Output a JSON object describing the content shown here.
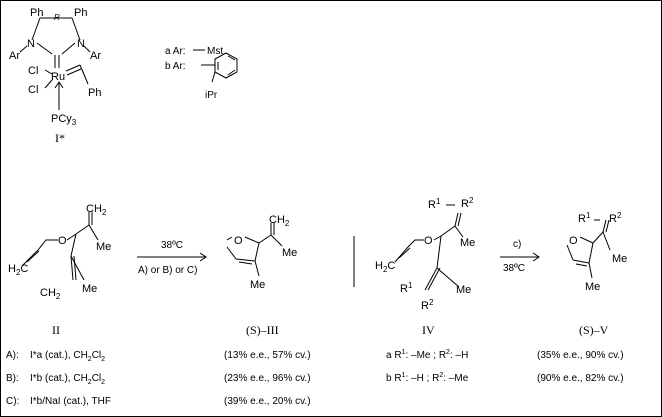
{
  "catalyst": {
    "name": "I*",
    "ph_left": "Ph",
    "ph_right": "Ph",
    "stereo_r": "R",
    "n_left": "N",
    "n_right": "N",
    "ar_left": "Ar",
    "ar_right": "Ar",
    "ru": "Ru",
    "cl1": "Cl",
    "cl2": "Cl",
    "ph_alkylidene": "Ph",
    "pcy3": "PCy",
    "pcy3_sub": "3",
    "ar_a_label": "a Ar:",
    "ar_a_value": "Mst",
    "ar_b_label": "b Ar:",
    "ar_b_ipr": "iPr"
  },
  "reaction1": {
    "substrate_label": "II",
    "o_atom": "O",
    "ch2_top": "CH",
    "ch2_top_sub": "2",
    "me_top": "Me",
    "h2c_left": "H",
    "h2c_left_sub": "2",
    "h2c_left_c": "C",
    "ch2_bottom": "CH",
    "ch2_bottom_sub": "2",
    "me_bottom": "Me",
    "temp": "38ºC",
    "conditions": "A)  or B) or C)",
    "product_label": "(S)–III",
    "prod_o": "O",
    "prod_ch2": "CH",
    "prod_ch2_sub": "2",
    "prod_me_side": "Me",
    "prod_me_ring": "Me"
  },
  "reaction2": {
    "substrate_label": "IV",
    "o_atom": "O",
    "r1_top": "R",
    "r1_top_sup": "1",
    "r2_top": "R",
    "r2_top_sup": "2",
    "me_top": "Me",
    "h2c_left": "H",
    "h2c_left_sub": "2",
    "h2c_left_c": "C",
    "r1_bottom": "R",
    "r1_bottom_sup": "1",
    "r2_bottom": "R",
    "r2_bottom_sup": "2",
    "me_bottom": "Me",
    "conditions": "c)",
    "temp": "38ºC",
    "product_label": "(S)–V",
    "prod_o": "O",
    "prod_r1": "R",
    "prod_r1_sup": "1",
    "prod_r2": "R",
    "prod_r2_sup": "2",
    "prod_me_side": "Me",
    "prod_me_ring": "Me"
  },
  "conditions_table": {
    "rows": [
      {
        "label": "A):",
        "catalyst": "I*a (cat.), CH",
        "sub": "2",
        "mid": "Cl",
        "tail": "",
        "result": "(13% e.e., 57% cv.)"
      },
      {
        "label": "B):",
        "catalyst": "I*b (cat.), CH",
        "sub": "2",
        "mid": "Cl",
        "tail": "",
        "result": "(23% e.e., 96% cv.)"
      },
      {
        "label": "C):",
        "catalyst": "I*b/NaI (cat.), THF",
        "sub": "",
        "mid": "",
        "tail": "",
        "result": "(39% e.e., 20% cv.)"
      }
    ]
  },
  "substituent_table": {
    "rows": [
      {
        "label": "a R",
        "sup1": "1",
        "mid": ": –Me ; R",
        "sup2": "2",
        "tail": ": –H",
        "result": "(35% e.e., 90% cv.)"
      },
      {
        "label": "b R",
        "sup1": "1",
        "mid": ": –H ; R",
        "sup2": "2",
        "tail": ": –Me",
        "result": "(90% e.e., 82% cv.)"
      }
    ]
  }
}
